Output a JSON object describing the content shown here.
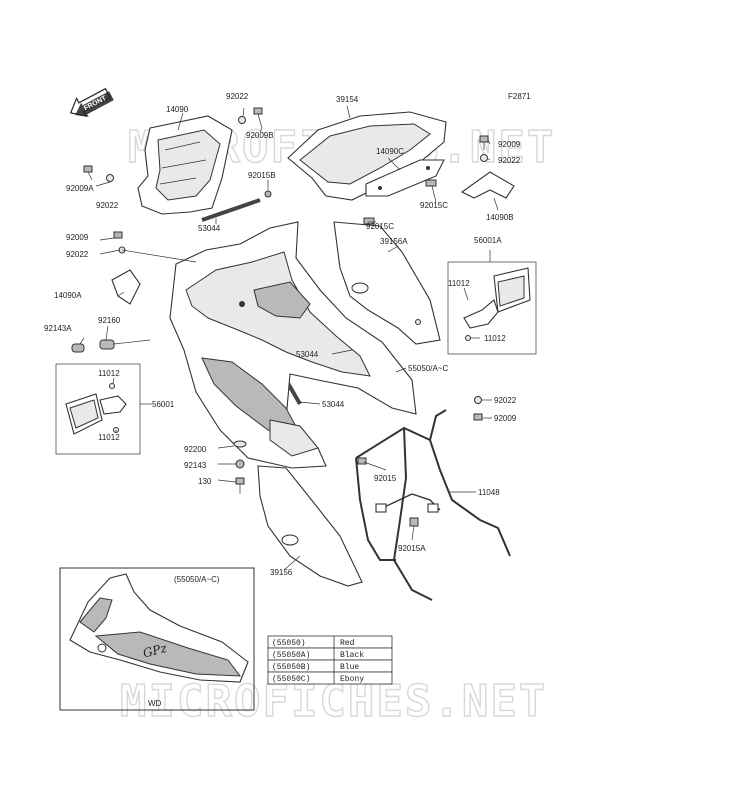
{
  "figure_code": "F2871",
  "watermark": "MICROFICHES.NET",
  "front_tag": "FRONT",
  "inset_label": "(55050/A~C)",
  "inset_code": "WD",
  "parts": [
    {
      "id": "p14090",
      "label": "14090"
    },
    {
      "id": "p92022a",
      "label": "92022"
    },
    {
      "id": "p92009b",
      "label": "92009B"
    },
    {
      "id": "p39154",
      "label": "39154"
    },
    {
      "id": "p92009a",
      "label": "92009A"
    },
    {
      "id": "p92022b",
      "label": "92022"
    },
    {
      "id": "p92015b",
      "label": "92015B"
    },
    {
      "id": "p53044a",
      "label": "53044"
    },
    {
      "id": "p92009c",
      "label": "92009"
    },
    {
      "id": "p92022c",
      "label": "92022"
    },
    {
      "id": "p14090c",
      "label": "14090C"
    },
    {
      "id": "p92015c1",
      "label": "92015C"
    },
    {
      "id": "p92015c2",
      "label": "92015C"
    },
    {
      "id": "p92009d",
      "label": "92009"
    },
    {
      "id": "p92022d",
      "label": "92022"
    },
    {
      "id": "p14090b",
      "label": "14090B"
    },
    {
      "id": "p39156a",
      "label": "39156A"
    },
    {
      "id": "p56001a",
      "label": "56001A"
    },
    {
      "id": "p11012a",
      "label": "11012"
    },
    {
      "id": "p11012b",
      "label": "11012"
    },
    {
      "id": "p14090a",
      "label": "14090A"
    },
    {
      "id": "p92160",
      "label": "92160"
    },
    {
      "id": "p92143a",
      "label": "92143A"
    },
    {
      "id": "p53044b",
      "label": "53044"
    },
    {
      "id": "p55050",
      "label": "55050/A~C"
    },
    {
      "id": "p11012c",
      "label": "11012"
    },
    {
      "id": "p56001",
      "label": "56001"
    },
    {
      "id": "p11012d",
      "label": "11012"
    },
    {
      "id": "p53044c",
      "label": "53044"
    },
    {
      "id": "p92022e",
      "label": "92022"
    },
    {
      "id": "p92009e",
      "label": "92009"
    },
    {
      "id": "p92200",
      "label": "92200"
    },
    {
      "id": "p92143",
      "label": "92143"
    },
    {
      "id": "p130",
      "label": "130"
    },
    {
      "id": "p92015",
      "label": "92015"
    },
    {
      "id": "p11048",
      "label": "11048"
    },
    {
      "id": "p92015a",
      "label": "92015A"
    },
    {
      "id": "p39156",
      "label": "39156"
    }
  ],
  "color_table": [
    {
      "code": "(55050)",
      "color": "Red"
    },
    {
      "code": "(55050A)",
      "color": "Black"
    },
    {
      "code": "(55050B)",
      "color": "Blue"
    },
    {
      "code": "(55050C)",
      "color": "Ebony"
    }
  ]
}
